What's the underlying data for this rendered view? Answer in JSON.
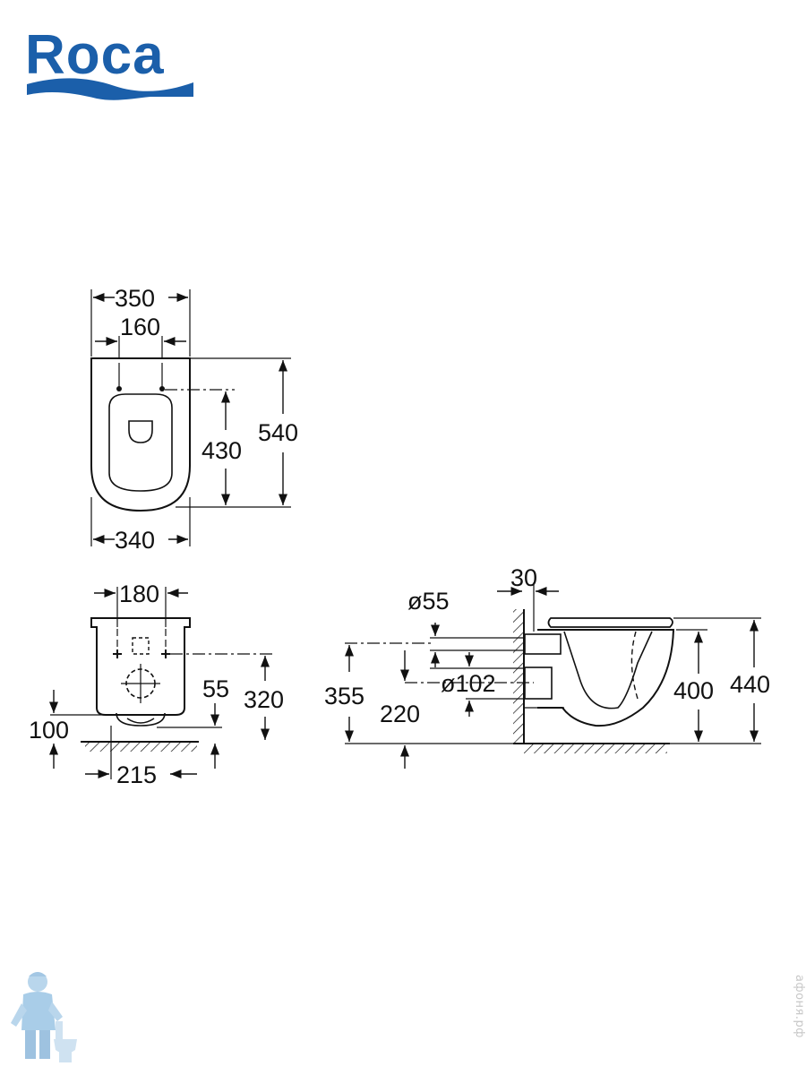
{
  "brand": {
    "name": "Roca",
    "color": "#1b5faa"
  },
  "dimensions": {
    "top_width": "350",
    "top_fixing_spacing": "160",
    "top_overall_length": "540",
    "top_fixing_to_front": "430",
    "top_bottom_width": "340",
    "front_fixing_spacing": "180",
    "front_floor_to_outlet": "100",
    "front_outlet_offset": "215",
    "front_outlet_height": "55",
    "front_fixing_height": "320",
    "side_wall_offset": "30",
    "side_inlet_diameter": "ø55",
    "side_outlet_diameter": "ø102",
    "side_inlet_height": "355",
    "side_outlet_height": "220",
    "side_rim_height": "400",
    "side_seat_height": "440"
  },
  "watermark": "афоня.рф",
  "icons": {
    "mascot": "plumber-mascot-icon"
  }
}
